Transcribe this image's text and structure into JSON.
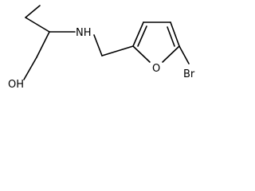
{
  "structure": {
    "atoms": {
      "hydroxyl": "OH",
      "amine": "NH",
      "ring_oxygen": "O",
      "bromine": "Br"
    }
  },
  "colors": {
    "bond": "#000000",
    "label": "#000000",
    "background": "#ffffff"
  }
}
